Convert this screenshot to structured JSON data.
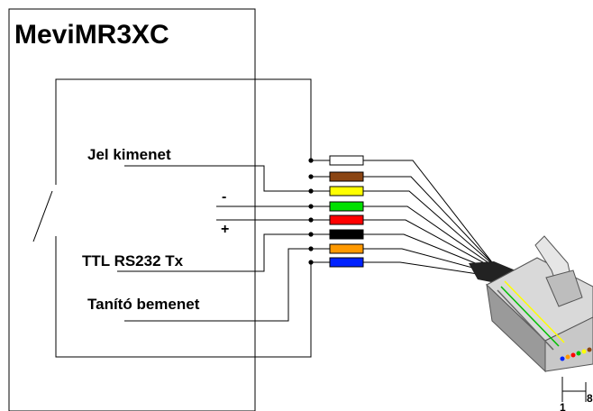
{
  "device": {
    "title": "MeviMR3XC"
  },
  "labels": {
    "signal_output": "Jel kimenet",
    "minus": "-",
    "plus": "+",
    "ttl_rs232": "TTL RS232 Tx",
    "teach_input": "Tanító bemenet"
  },
  "connector": {
    "pin_first": "1",
    "pin_last": "8"
  },
  "wires": [
    {
      "color": "#ffffff",
      "name": "white"
    },
    {
      "color": "#8b4513",
      "name": "brown"
    },
    {
      "color": "#ffff00",
      "name": "yellow"
    },
    {
      "color": "#00e000",
      "name": "green"
    },
    {
      "color": "#ff0000",
      "name": "red"
    },
    {
      "color": "#000000",
      "name": "black"
    },
    {
      "color": "#ff9900",
      "name": "orange"
    },
    {
      "color": "#0022ff",
      "name": "blue"
    }
  ]
}
